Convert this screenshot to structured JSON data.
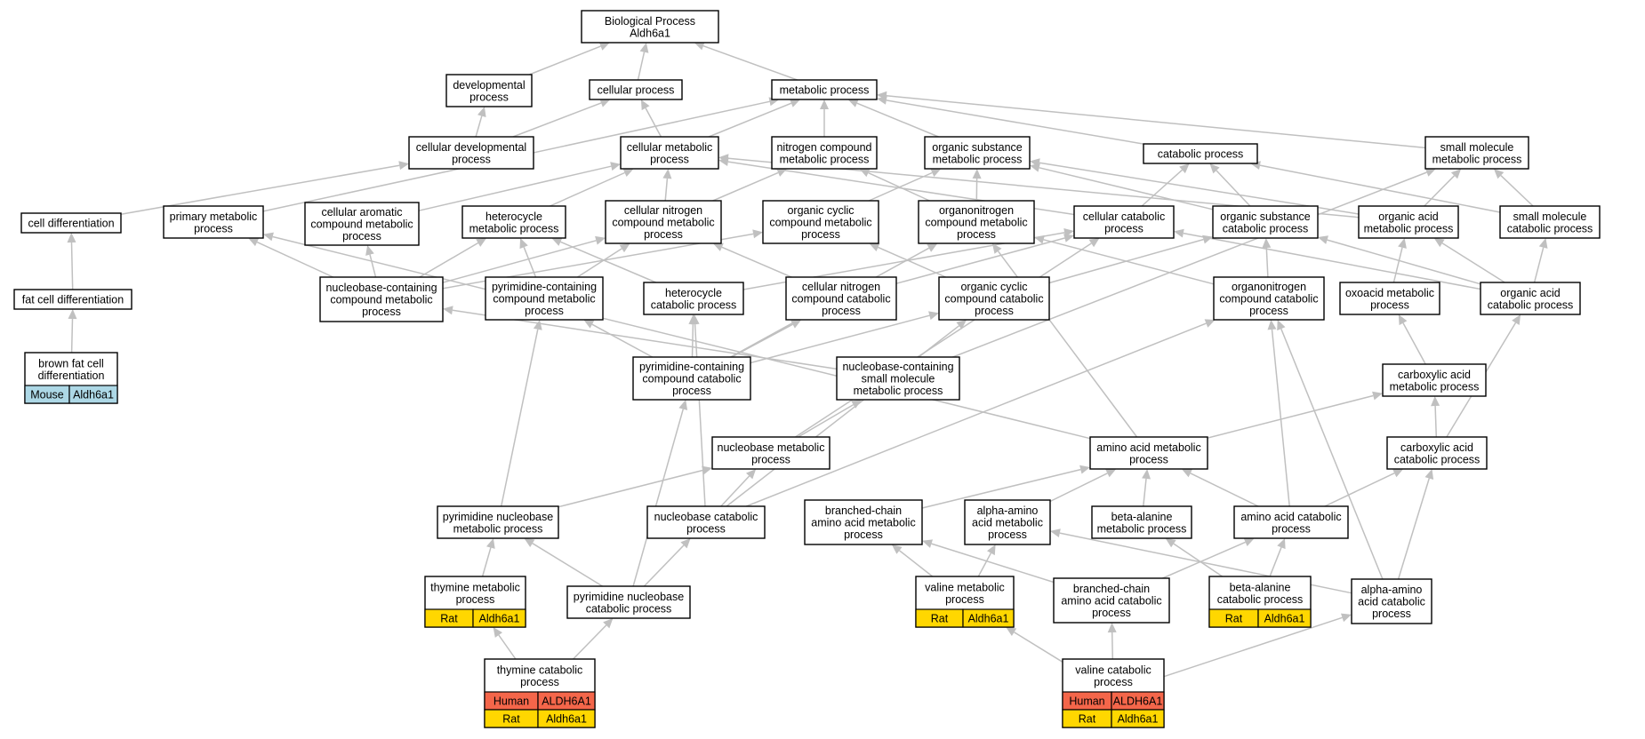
{
  "colors": {
    "human": "#F4664A",
    "rat": "#FFD700",
    "mouse": "#ADD8E6",
    "edge": "#C0C0C0"
  },
  "nodes": [
    {
      "id": "bp",
      "lines": [
        "Biological Process",
        "Aldh6a1"
      ]
    },
    {
      "id": "dev",
      "lines": [
        "developmental",
        "process"
      ]
    },
    {
      "id": "cell",
      "lines": [
        "cellular process"
      ]
    },
    {
      "id": "met",
      "lines": [
        "metabolic process"
      ]
    },
    {
      "id": "celldev",
      "lines": [
        "cellular developmental",
        "process"
      ]
    },
    {
      "id": "cellmet",
      "lines": [
        "cellular metabolic",
        "process"
      ]
    },
    {
      "id": "ncm",
      "lines": [
        "nitrogen compound",
        "metabolic process"
      ]
    },
    {
      "id": "osm",
      "lines": [
        "organic substance",
        "metabolic process"
      ]
    },
    {
      "id": "cat",
      "lines": [
        "catabolic process"
      ]
    },
    {
      "id": "smm",
      "lines": [
        "small molecule",
        "metabolic process"
      ]
    },
    {
      "id": "celldiff",
      "lines": [
        "cell differentiation"
      ]
    },
    {
      "id": "prim",
      "lines": [
        "primary metabolic",
        "process"
      ]
    },
    {
      "id": "cacm",
      "lines": [
        "cellular aromatic",
        "compound metabolic",
        "process"
      ]
    },
    {
      "id": "hetm",
      "lines": [
        "heterocycle",
        "metabolic process"
      ]
    },
    {
      "id": "cncm",
      "lines": [
        "cellular nitrogen",
        "compound metabolic",
        "process"
      ]
    },
    {
      "id": "occm",
      "lines": [
        "organic cyclic",
        "compound metabolic",
        "process"
      ]
    },
    {
      "id": "orgnm",
      "lines": [
        "organonitrogen",
        "compound metabolic",
        "process"
      ]
    },
    {
      "id": "cellcat",
      "lines": [
        "cellular catabolic",
        "process"
      ]
    },
    {
      "id": "oscat",
      "lines": [
        "organic substance",
        "catabolic process"
      ]
    },
    {
      "id": "oam",
      "lines": [
        "organic acid",
        "metabolic process"
      ]
    },
    {
      "id": "smcat",
      "lines": [
        "small molecule",
        "catabolic process"
      ]
    },
    {
      "id": "fatdiff",
      "lines": [
        "fat cell differentiation"
      ]
    },
    {
      "id": "nbcm",
      "lines": [
        "nucleobase-containing",
        "compound metabolic",
        "process"
      ]
    },
    {
      "id": "pycm",
      "lines": [
        "pyrimidine-containing",
        "compound metabolic",
        "process"
      ]
    },
    {
      "id": "hetcat",
      "lines": [
        "heterocycle",
        "catabolic process"
      ]
    },
    {
      "id": "cnccat",
      "lines": [
        "cellular nitrogen",
        "compound catabolic",
        "process"
      ]
    },
    {
      "id": "occcat",
      "lines": [
        "organic cyclic",
        "compound catabolic",
        "process"
      ]
    },
    {
      "id": "orgncat",
      "lines": [
        "organonitrogen",
        "compound catabolic",
        "process"
      ]
    },
    {
      "id": "oxom",
      "lines": [
        "oxoacid metabolic",
        "process"
      ]
    },
    {
      "id": "oacat",
      "lines": [
        "organic acid",
        "catabolic process"
      ]
    },
    {
      "id": "bfcd",
      "lines": [
        "brown fat cell",
        "differentiation"
      ],
      "annot": [
        [
          "Mouse",
          "Aldh6a1",
          "mouse"
        ]
      ]
    },
    {
      "id": "pyccat",
      "lines": [
        "pyrimidine-containing",
        "compound catabolic",
        "process"
      ]
    },
    {
      "id": "nbsmm",
      "lines": [
        "nucleobase-containing",
        "small molecule",
        "metabolic process"
      ]
    },
    {
      "id": "cam",
      "lines": [
        "carboxylic acid",
        "metabolic process"
      ]
    },
    {
      "id": "nbm",
      "lines": [
        "nucleobase metabolic",
        "process"
      ]
    },
    {
      "id": "aam",
      "lines": [
        "amino acid metabolic",
        "process"
      ]
    },
    {
      "id": "cacat",
      "lines": [
        "carboxylic acid",
        "catabolic process"
      ]
    },
    {
      "id": "pynbm",
      "lines": [
        "pyrimidine nucleobase",
        "metabolic process"
      ]
    },
    {
      "id": "nbcat",
      "lines": [
        "nucleobase catabolic",
        "process"
      ]
    },
    {
      "id": "bcaam",
      "lines": [
        "branched-chain",
        "amino acid metabolic",
        "process"
      ]
    },
    {
      "id": "aaam",
      "lines": [
        "alpha-amino",
        "acid metabolic",
        "process"
      ]
    },
    {
      "id": "bam",
      "lines": [
        "beta-alanine",
        "metabolic process"
      ]
    },
    {
      "id": "aacat",
      "lines": [
        "amino acid catabolic",
        "process"
      ]
    },
    {
      "id": "thym",
      "lines": [
        "thymine metabolic",
        "process"
      ],
      "annot": [
        [
          "Rat",
          "Aldh6a1",
          "rat"
        ]
      ]
    },
    {
      "id": "pynbcat",
      "lines": [
        "pyrimidine nucleobase",
        "catabolic process"
      ]
    },
    {
      "id": "valm",
      "lines": [
        "valine metabolic",
        "process"
      ],
      "annot": [
        [
          "Rat",
          "Aldh6a1",
          "rat"
        ]
      ]
    },
    {
      "id": "bcaacat",
      "lines": [
        "branched-chain",
        "amino acid catabolic",
        "process"
      ]
    },
    {
      "id": "bacat",
      "lines": [
        "beta-alanine",
        "catabolic process"
      ],
      "annot": [
        [
          "Rat",
          "Aldh6a1",
          "rat"
        ]
      ]
    },
    {
      "id": "aaacat",
      "lines": [
        "alpha-amino",
        "acid catabolic",
        "process"
      ]
    },
    {
      "id": "thycat",
      "lines": [
        "thymine catabolic",
        "process"
      ],
      "annot": [
        [
          "Human",
          "ALDH6A1",
          "human"
        ],
        [
          "Rat",
          "Aldh6a1",
          "rat"
        ]
      ]
    },
    {
      "id": "valcat",
      "lines": [
        "valine catabolic",
        "process"
      ],
      "annot": [
        [
          "Human",
          "ALDH6A1",
          "human"
        ],
        [
          "Rat",
          "Aldh6a1",
          "rat"
        ]
      ]
    }
  ],
  "edges": [
    [
      "dev",
      "bp"
    ],
    [
      "cell",
      "bp"
    ],
    [
      "met",
      "bp"
    ],
    [
      "celldev",
      "dev"
    ],
    [
      "celldev",
      "cell"
    ],
    [
      "cellmet",
      "cell"
    ],
    [
      "cellmet",
      "met"
    ],
    [
      "ncm",
      "met"
    ],
    [
      "osm",
      "met"
    ],
    [
      "cat",
      "met"
    ],
    [
      "smm",
      "met"
    ],
    [
      "prim",
      "met"
    ],
    [
      "celldiff",
      "celldev"
    ],
    [
      "cacm",
      "cellmet"
    ],
    [
      "hetm",
      "cellmet"
    ],
    [
      "cncm",
      "cellmet"
    ],
    [
      "cncm",
      "ncm"
    ],
    [
      "occm",
      "osm"
    ],
    [
      "orgnm",
      "ncm"
    ],
    [
      "orgnm",
      "osm"
    ],
    [
      "cellcat",
      "cellmet"
    ],
    [
      "cellcat",
      "cat"
    ],
    [
      "oscat",
      "osm"
    ],
    [
      "oscat",
      "cat"
    ],
    [
      "oam",
      "cellmet"
    ],
    [
      "oam",
      "osm"
    ],
    [
      "oam",
      "smm"
    ],
    [
      "smcat",
      "smm"
    ],
    [
      "smcat",
      "cat"
    ],
    [
      "fatdiff",
      "celldiff"
    ],
    [
      "nbcm",
      "prim"
    ],
    [
      "nbcm",
      "cacm"
    ],
    [
      "nbcm",
      "hetm"
    ],
    [
      "nbcm",
      "cncm"
    ],
    [
      "nbcm",
      "occm"
    ],
    [
      "pycm",
      "hetm"
    ],
    [
      "pycm",
      "cncm"
    ],
    [
      "hetcat",
      "hetm"
    ],
    [
      "hetcat",
      "cellcat"
    ],
    [
      "cnccat",
      "cncm"
    ],
    [
      "cnccat",
      "cellcat"
    ],
    [
      "occcat",
      "occm"
    ],
    [
      "occcat",
      "oscat"
    ],
    [
      "orgncat",
      "orgnm"
    ],
    [
      "orgncat",
      "oscat"
    ],
    [
      "oxom",
      "oam"
    ],
    [
      "oacat",
      "oam"
    ],
    [
      "oacat",
      "smcat"
    ],
    [
      "oacat",
      "cellcat"
    ],
    [
      "oacat",
      "oscat"
    ],
    [
      "bfcd",
      "fatdiff"
    ],
    [
      "pyccat",
      "pycm"
    ],
    [
      "pyccat",
      "hetcat"
    ],
    [
      "pyccat",
      "cnccat"
    ],
    [
      "pyccat",
      "occcat"
    ],
    [
      "pyccat",
      "orgnm"
    ],
    [
      "nbsmm",
      "nbcm"
    ],
    [
      "nbsmm",
      "smm"
    ],
    [
      "cam",
      "oxom"
    ],
    [
      "nbm",
      "nbsmm"
    ],
    [
      "nbm",
      "cellcat"
    ],
    [
      "aam",
      "cam"
    ],
    [
      "aam",
      "prim"
    ],
    [
      "aam",
      "orgnm"
    ],
    [
      "cacat",
      "cam"
    ],
    [
      "cacat",
      "oacat"
    ],
    [
      "pynbm",
      "nbm"
    ],
    [
      "pynbm",
      "pycm"
    ],
    [
      "nbcat",
      "nbm"
    ],
    [
      "nbcat",
      "hetcat"
    ],
    [
      "nbcat",
      "orgncat"
    ],
    [
      "nbcat",
      "occcat"
    ],
    [
      "bcaam",
      "aam"
    ],
    [
      "aaam",
      "aam"
    ],
    [
      "bam",
      "aam"
    ],
    [
      "aacat",
      "aam"
    ],
    [
      "aacat",
      "cacat"
    ],
    [
      "aacat",
      "orgncat"
    ],
    [
      "thym",
      "pynbm"
    ],
    [
      "pynbcat",
      "pynbm"
    ],
    [
      "pynbcat",
      "nbcat"
    ],
    [
      "pynbcat",
      "pyccat"
    ],
    [
      "valm",
      "aaam"
    ],
    [
      "valm",
      "bcaam"
    ],
    [
      "bcaacat",
      "bcaam"
    ],
    [
      "bcaacat",
      "aacat"
    ],
    [
      "bacat",
      "bam"
    ],
    [
      "bacat",
      "aacat"
    ],
    [
      "aaacat",
      "aaam"
    ],
    [
      "aaacat",
      "cacat"
    ],
    [
      "aaacat",
      "orgncat"
    ],
    [
      "thycat",
      "thym"
    ],
    [
      "thycat",
      "pynbcat"
    ],
    [
      "valcat",
      "valm"
    ],
    [
      "valcat",
      "bcaacat"
    ],
    [
      "valcat",
      "aaacat"
    ]
  ]
}
